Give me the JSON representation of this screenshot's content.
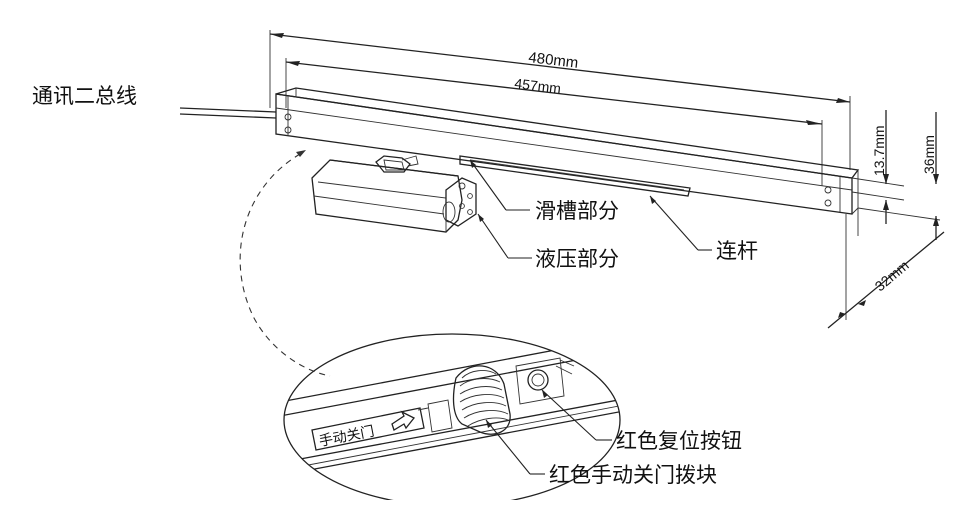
{
  "diagram": {
    "dimensions": {
      "overall_length": "480mm",
      "slot_length": "457mm",
      "height_small": "13.7mm",
      "height_total": "36mm",
      "depth": "32mm"
    },
    "labels": {
      "bus": "通讯二总线",
      "slide_slot": "滑槽部分",
      "hydraulic": "液压部分",
      "link_rod": "连杆",
      "reset_button": "红色复位按钮",
      "manual_close": "红色手动关门拨块"
    },
    "inset_text": "手动关门"
  }
}
